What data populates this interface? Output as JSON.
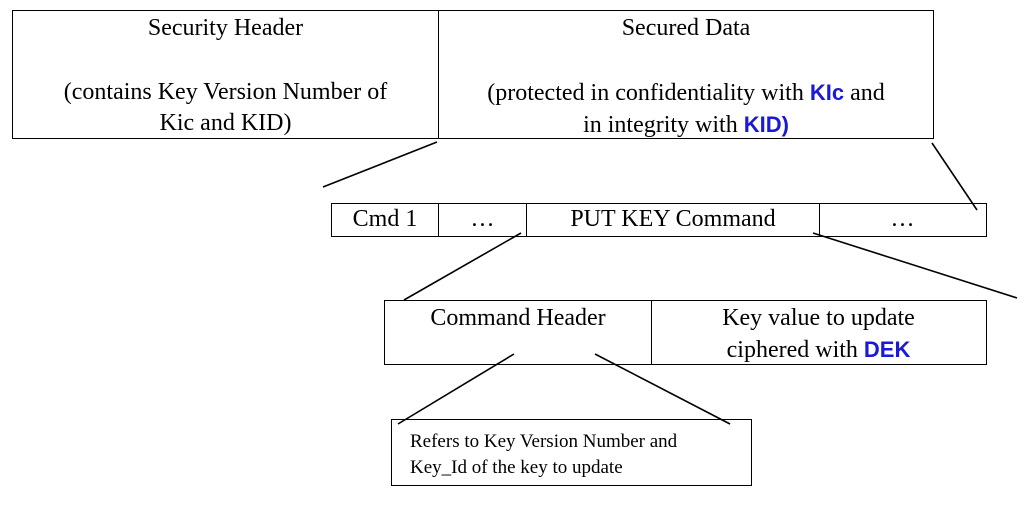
{
  "security_packet": {
    "security_header": {
      "title": "Security Header",
      "desc_line1": "(contains Key Version Number of",
      "desc_line2": "Kic and KID)"
    },
    "secured_data": {
      "title": "Secured Data",
      "desc_line1_pre": "(protected in confidentiality with ",
      "desc_line1_key": "KIc",
      "desc_line1_post": " and",
      "desc_line2_pre": "in integrity with ",
      "desc_line2_key": "KID)"
    }
  },
  "command_list": {
    "cells": [
      "Cmd 1",
      "…",
      "PUT KEY Command",
      "…"
    ]
  },
  "put_key": {
    "command_header": "Command Header",
    "key_value_line1": "Key value to update",
    "key_value_line2_pre": "ciphered with ",
    "key_value_line2_key": "DEK"
  },
  "note": {
    "line1": "Refers to Key Version Number and",
    "line2": "Key_Id of the key to update"
  },
  "colors": {
    "key_highlight": "#1a1ad6",
    "line": "#000000"
  }
}
